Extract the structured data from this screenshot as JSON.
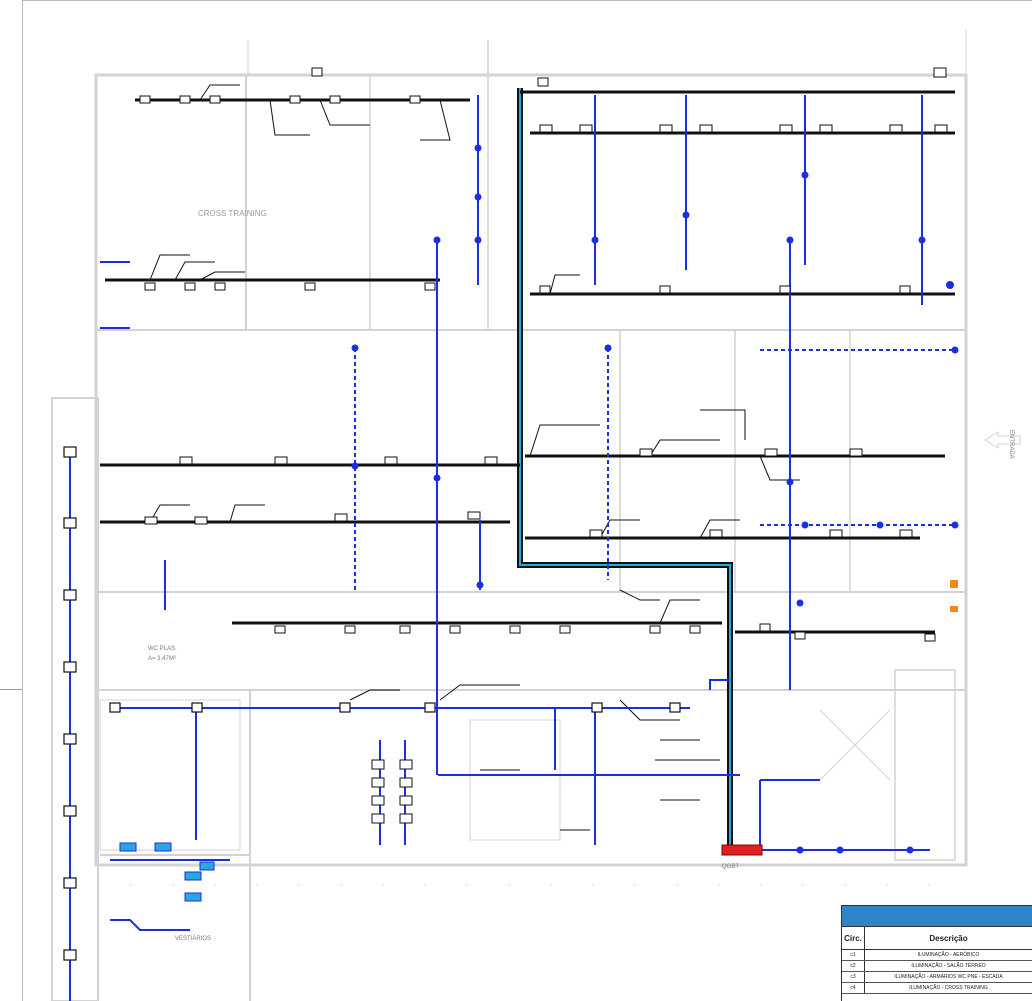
{
  "plan": {
    "room_labels": [
      {
        "text": "CROSS TRAINING"
      },
      {
        "text": "WC PLAS."
      },
      {
        "text": "A= 3,47M²"
      },
      {
        "text": "QGBT"
      },
      {
        "text": "ENTRADA"
      },
      {
        "text": "VESTIÁRIOS"
      }
    ]
  },
  "legend": {
    "col_circuit": "Circ.",
    "col_description": "Descrição",
    "rows": [
      {
        "circuit": "c1",
        "description": "ILUMINAÇÃO - AERÓBICO"
      },
      {
        "circuit": "c2",
        "description": "ILUMINAÇÃO - SALÃO TÉRREO"
      },
      {
        "circuit": "c3",
        "description": "ILUMINAÇÃO - ARMÁRIOS WC PNE - ESCADA"
      },
      {
        "circuit": "c4",
        "description": "ILUMINAÇÃO - CROSS TRAINING"
      }
    ]
  },
  "colors": {
    "wiring_black": "#111111",
    "wiring_blue": "#1a2ee6",
    "accent_cyan": "#29a8e0",
    "walls": "#d3d3d3",
    "panel_red": "#e02020",
    "legend_header": "#2e86c9"
  }
}
